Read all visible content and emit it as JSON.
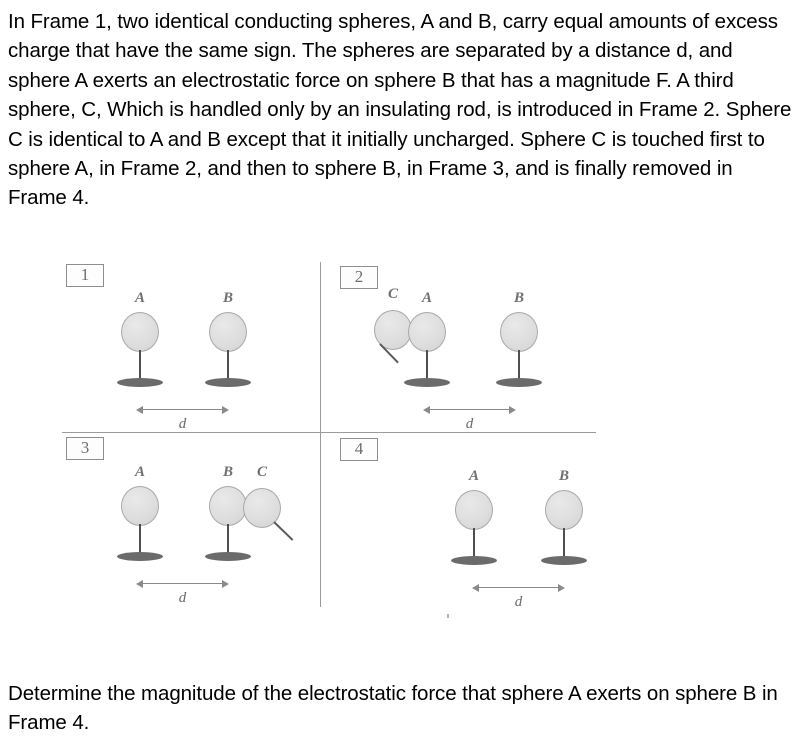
{
  "problem": {
    "intro": "In Frame 1, two identical conducting spheres, A and B, carry equal amounts of excess charge that have the same sign. The spheres are separated by a distance d, and sphere A exerts an electrostatic force on sphere B that has a magnitude F. A third sphere, C, Which is handled only by an insulating rod, is introduced in Frame 2. Sphere C is identical to A and B except that it initially uncharged. Sphere C is touched first to sphere A, in Frame 2, and then to sphere B, in Frame 3, and is finally removed in Frame 4.",
    "question": "Determine the magnitude of the electrostatic force that sphere A exerts on sphere B in Frame 4."
  },
  "figure": {
    "distance_label": "d",
    "frames": [
      {
        "number": "1",
        "spheres": [
          {
            "label": "A",
            "on_stand": true,
            "rod": "none"
          },
          {
            "label": "B",
            "on_stand": true,
            "rod": "none"
          }
        ]
      },
      {
        "number": "2",
        "spheres": [
          {
            "label": "C",
            "on_stand": false,
            "rod": "down-left"
          },
          {
            "label": "A",
            "on_stand": true,
            "rod": "none"
          },
          {
            "label": "B",
            "on_stand": true,
            "rod": "none"
          }
        ]
      },
      {
        "number": "3",
        "spheres": [
          {
            "label": "A",
            "on_stand": true,
            "rod": "none"
          },
          {
            "label": "B",
            "on_stand": true,
            "rod": "none"
          },
          {
            "label": "C",
            "on_stand": false,
            "rod": "down-right"
          }
        ]
      },
      {
        "number": "4",
        "spheres": [
          {
            "label": "A",
            "on_stand": true,
            "rod": "none"
          },
          {
            "label": "B",
            "on_stand": true,
            "rod": "none"
          }
        ]
      }
    ]
  },
  "colors": {
    "sphere_fill": "#dedede",
    "sphere_stroke": "#a9a9a9",
    "stand": "#6b6b6b",
    "divider": "#9a9a9a",
    "text": "#000000",
    "label_gray": "#707070",
    "background": "#ffffff"
  }
}
